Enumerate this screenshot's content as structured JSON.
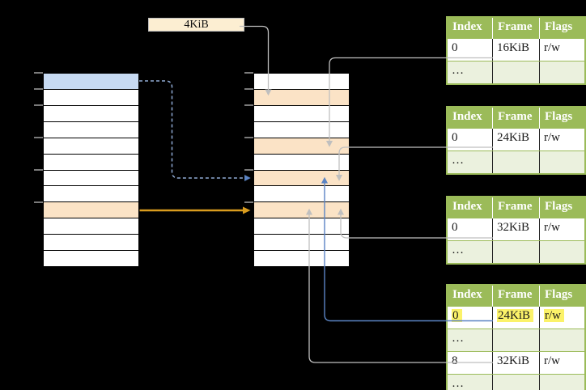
{
  "colors": {
    "bg": "#000000",
    "table_green": "#9BBB59",
    "table_green_light": "#EBF1DE",
    "header_text": "#FFFFFF",
    "cell_text": "#1A1A1A",
    "mem_border": "#000000",
    "row_white": "#FFFFFF",
    "row_peach": "#FBE3C6",
    "row_blue": "#C7DAF2",
    "highlight_yellow": "#FBF269",
    "label_box_fill": "#FCEED2",
    "label_box_border": "#BFBFBF",
    "connector_gray": "#BFBFBF",
    "connector_blue": "#5B84C4",
    "connector_blue_dashed": "#8FAAD4",
    "arrow_orange": "#D99C1E",
    "tick_gray": "#7A7A7A"
  },
  "frame_size_label": "4KiB",
  "virtual_memory": {
    "rows": [
      "blue",
      "white",
      "white",
      "white",
      "white",
      "white",
      "white",
      "white",
      "peach",
      "white",
      "white",
      "white"
    ]
  },
  "physical_memory": {
    "rows": [
      "white",
      "peach",
      "white",
      "white",
      "peach",
      "white",
      "peach",
      "white",
      "peach",
      "white",
      "white",
      "white"
    ]
  },
  "address_tick_rows": [
    0,
    1,
    2,
    4,
    6,
    8
  ],
  "page_tables": [
    {
      "name": "page-table-16kib",
      "headers": [
        "Index",
        "Frame",
        "Flags"
      ],
      "rows": [
        {
          "cells": [
            "0",
            "16KiB",
            "r/w"
          ],
          "shaded": false,
          "highlighted": false
        },
        {
          "cells": [
            "…",
            "",
            ""
          ],
          "shaded": true,
          "highlighted": false
        }
      ]
    },
    {
      "name": "page-table-24kib",
      "headers": [
        "Index",
        "Frame",
        "Flags"
      ],
      "rows": [
        {
          "cells": [
            "0",
            "24KiB",
            "r/w"
          ],
          "shaded": false,
          "highlighted": false
        },
        {
          "cells": [
            "…",
            "",
            ""
          ],
          "shaded": true,
          "highlighted": false
        }
      ]
    },
    {
      "name": "page-table-32kib",
      "headers": [
        "Index",
        "Frame",
        "Flags"
      ],
      "rows": [
        {
          "cells": [
            "0",
            "32KiB",
            "r/w"
          ],
          "shaded": false,
          "highlighted": false
        },
        {
          "cells": [
            "…",
            "",
            ""
          ],
          "shaded": true,
          "highlighted": false
        }
      ]
    },
    {
      "name": "page-table-level2",
      "headers": [
        "Index",
        "Frame",
        "Flags"
      ],
      "rows": [
        {
          "cells": [
            "0",
            "24KiB",
            "r/w"
          ],
          "shaded": false,
          "highlighted": true
        },
        {
          "cells": [
            "…",
            "",
            ""
          ],
          "shaded": true,
          "highlighted": false
        },
        {
          "cells": [
            "8",
            "32KiB",
            "r/w"
          ],
          "shaded": false,
          "highlighted": false
        },
        {
          "cells": [
            "…",
            "",
            ""
          ],
          "shaded": true,
          "highlighted": false
        }
      ]
    }
  ]
}
